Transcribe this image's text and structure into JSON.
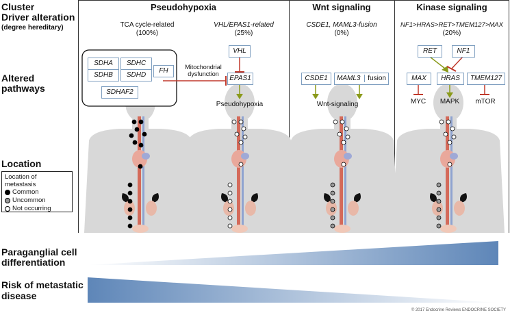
{
  "left": {
    "cluster": "Cluster",
    "driver": "Driver alteration",
    "hereditary": "(degree hereditary)",
    "pathways_l1": "Altered",
    "pathways_l2": "pathways",
    "location": "Location",
    "paraganglial_l1": "Paraganglial cell",
    "paraganglial_l2": "differentiation",
    "risk_l1": "Risk of metastatic",
    "risk_l2": "disease"
  },
  "legend": {
    "title": "Location of metastasis",
    "common": "Common",
    "uncommon": "Uncommon",
    "not": "Not occurring"
  },
  "clusters": {
    "pseudohypoxia": "Pseudohypoxia",
    "wnt": "Wnt signaling",
    "kinase": "Kinase signaling"
  },
  "subtypes": {
    "tca": "TCA cycle-related",
    "tca_pct": "(100%)",
    "vhl": "VHL/EPAS1-related",
    "vhl_pct": "(25%)",
    "wnt": "CSDE1, MAML3-fusion",
    "wnt_pct": "(0%)",
    "kinase": "NF1>HRAS>RET>TMEM127>MAX",
    "kinase_pct": "(20%)"
  },
  "genes": {
    "sdha": "SDHA",
    "sdhc": "SDHC",
    "sdhb": "SDHB",
    "sdhd": "SDHD",
    "sdhaf2": "SDHAF2",
    "fh": "FH",
    "vhl": "VHL",
    "epas1": "EPAS1",
    "csde1": "CSDE1",
    "maml3": "MAML3",
    "fusion": "fusion",
    "ret": "RET",
    "nf1": "NF1",
    "max": "MAX",
    "hras": "HRAS",
    "tmem127": "TMEM127"
  },
  "outcomes": {
    "mito_l1": "Mitochondrial",
    "mito_l2": "dysfunction",
    "pseudohypoxia": "Pseudohypoxia",
    "wnt": "Wnt-signaling",
    "myc": "MYC",
    "mapk": "MAPK",
    "mtor": "mTOR"
  },
  "footer": "© 2017 Endocrine Reviews  ENDOCRINE SOCIETY",
  "colors": {
    "box_border": "#7f9fc0",
    "inhibit": "#c0392b",
    "activate": "#8a9a1a",
    "body": "#d8d8d8",
    "gradient_dark": "#5e86b8"
  }
}
